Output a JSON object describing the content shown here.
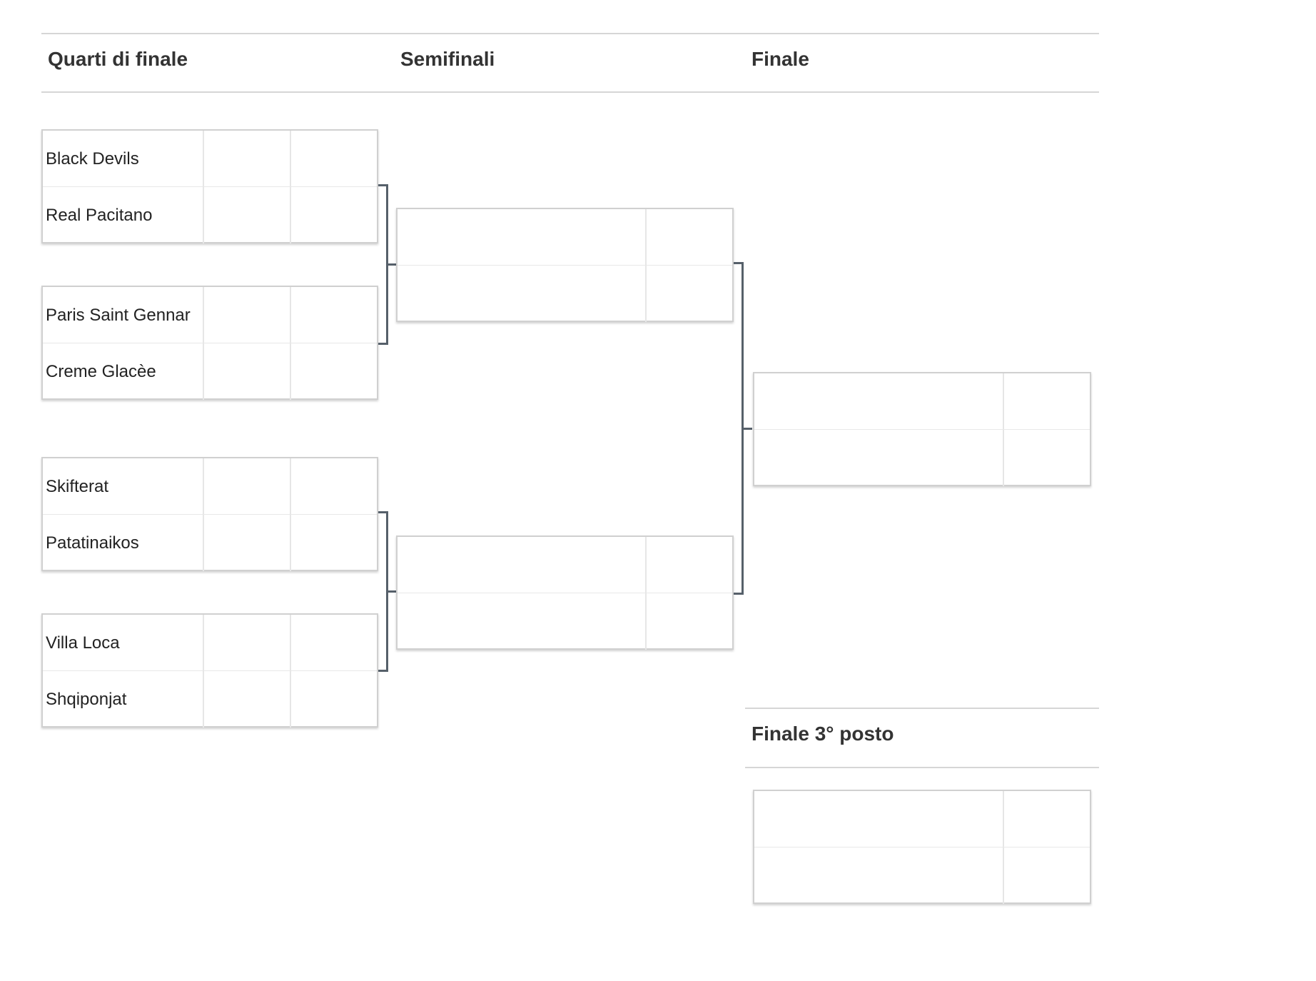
{
  "rounds": {
    "quarterfinals": "Quarti di finale",
    "semifinals": "Semifinali",
    "final": "Finale",
    "third_place": "Finale 3° posto"
  },
  "quarterfinals": [
    {
      "team1": "Black Devils",
      "team2": "Real Pacitano",
      "score1a": "",
      "score1b": "",
      "score2a": "",
      "score2b": ""
    },
    {
      "team1": "Paris Saint Gennar",
      "team2": "Creme Glacèe",
      "score1a": "",
      "score1b": "",
      "score2a": "",
      "score2b": ""
    },
    {
      "team1": "Skifterat",
      "team2": "Patatinaikos",
      "score1a": "",
      "score1b": "",
      "score2a": "",
      "score2b": ""
    },
    {
      "team1": "Villa Loca",
      "team2": "Shqiponjat",
      "score1a": "",
      "score1b": "",
      "score2a": "",
      "score2b": ""
    }
  ],
  "semifinals": [
    {
      "team1": "",
      "team2": "",
      "score1": "",
      "score2": ""
    },
    {
      "team1": "",
      "team2": "",
      "score1": "",
      "score2": ""
    }
  ],
  "final": {
    "team1": "",
    "team2": "",
    "score1": "",
    "score2": ""
  },
  "third_place": {
    "team1": "",
    "team2": "",
    "score1": "",
    "score2": ""
  },
  "colors": {
    "border": "#d0d0d0",
    "connector": "#56606a",
    "divider": "#d6d6d6",
    "title": "#333333"
  }
}
